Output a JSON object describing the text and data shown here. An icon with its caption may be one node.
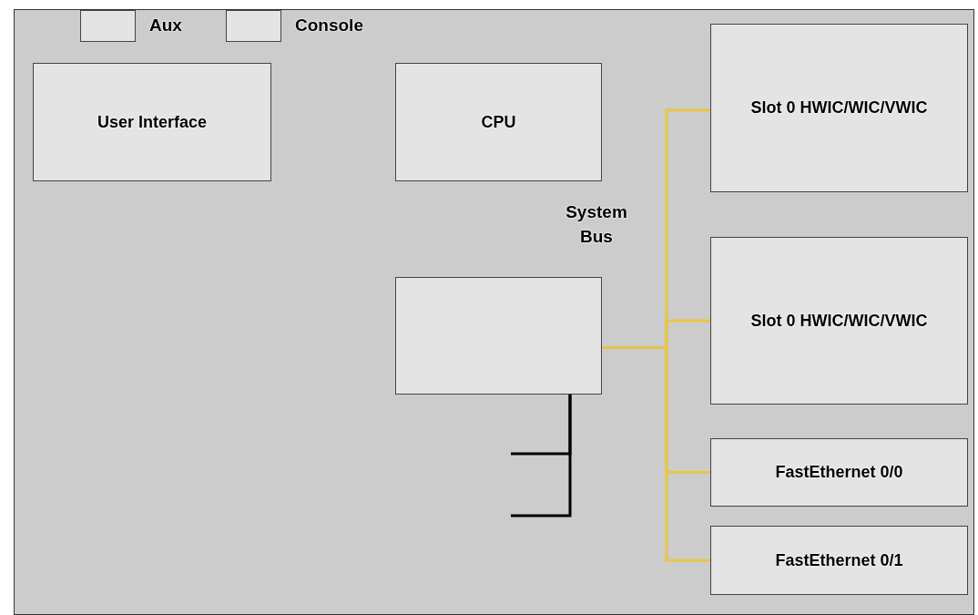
{
  "diagram": {
    "nodes": [
      {
        "text": [],
        "shape": "box"
      },
      {
        "text": [],
        "shape": "box",
        "in": 0,
        "beside": [
          "Aux"
        ]
      },
      {
        "text": [],
        "shape": "box",
        "in": 0,
        "beside": [
          "Console"
        ]
      },
      {
        "text": [
          "User Interface"
        ],
        "in": 0
      },
      {
        "text": [
          "CPU"
        ],
        "in": 0
      },
      {
        "text": [
          "Slot 0 HWIC/WIC/VWIC"
        ],
        "in": 0
      },
      {
        "text": [],
        "shape": "box",
        "in": 0
      },
      {
        "text": [
          "Slot 0 HWIC/WIC/VWIC"
        ],
        "in": 0
      },
      {
        "text": [
          "FastEthernet 0/0"
        ],
        "in": 0
      },
      {
        "text": [
          "FastEthernet 0/1"
        ],
        "in": 0
      }
    ],
    "edges": [
      {
        "from": 6,
        "to": 5,
        "arrow": "none",
        "color": "#e8c547"
      },
      {
        "from": 6,
        "to": 7,
        "arrow": "none",
        "color": "#e8c547"
      },
      {
        "from": 6,
        "to": 8,
        "arrow": "none",
        "color": "#e8c547"
      },
      {
        "from": 6,
        "to": 9,
        "arrow": "none",
        "color": "#e8c547"
      },
      {
        "from": 6,
        "to": null,
        "arrow": "none",
        "color": "#000000"
      },
      {
        "from": 6,
        "to": null,
        "arrow": "none",
        "color": "#000000"
      }
    ],
    "labels": [
      "System Bus"
    ]
  }
}
